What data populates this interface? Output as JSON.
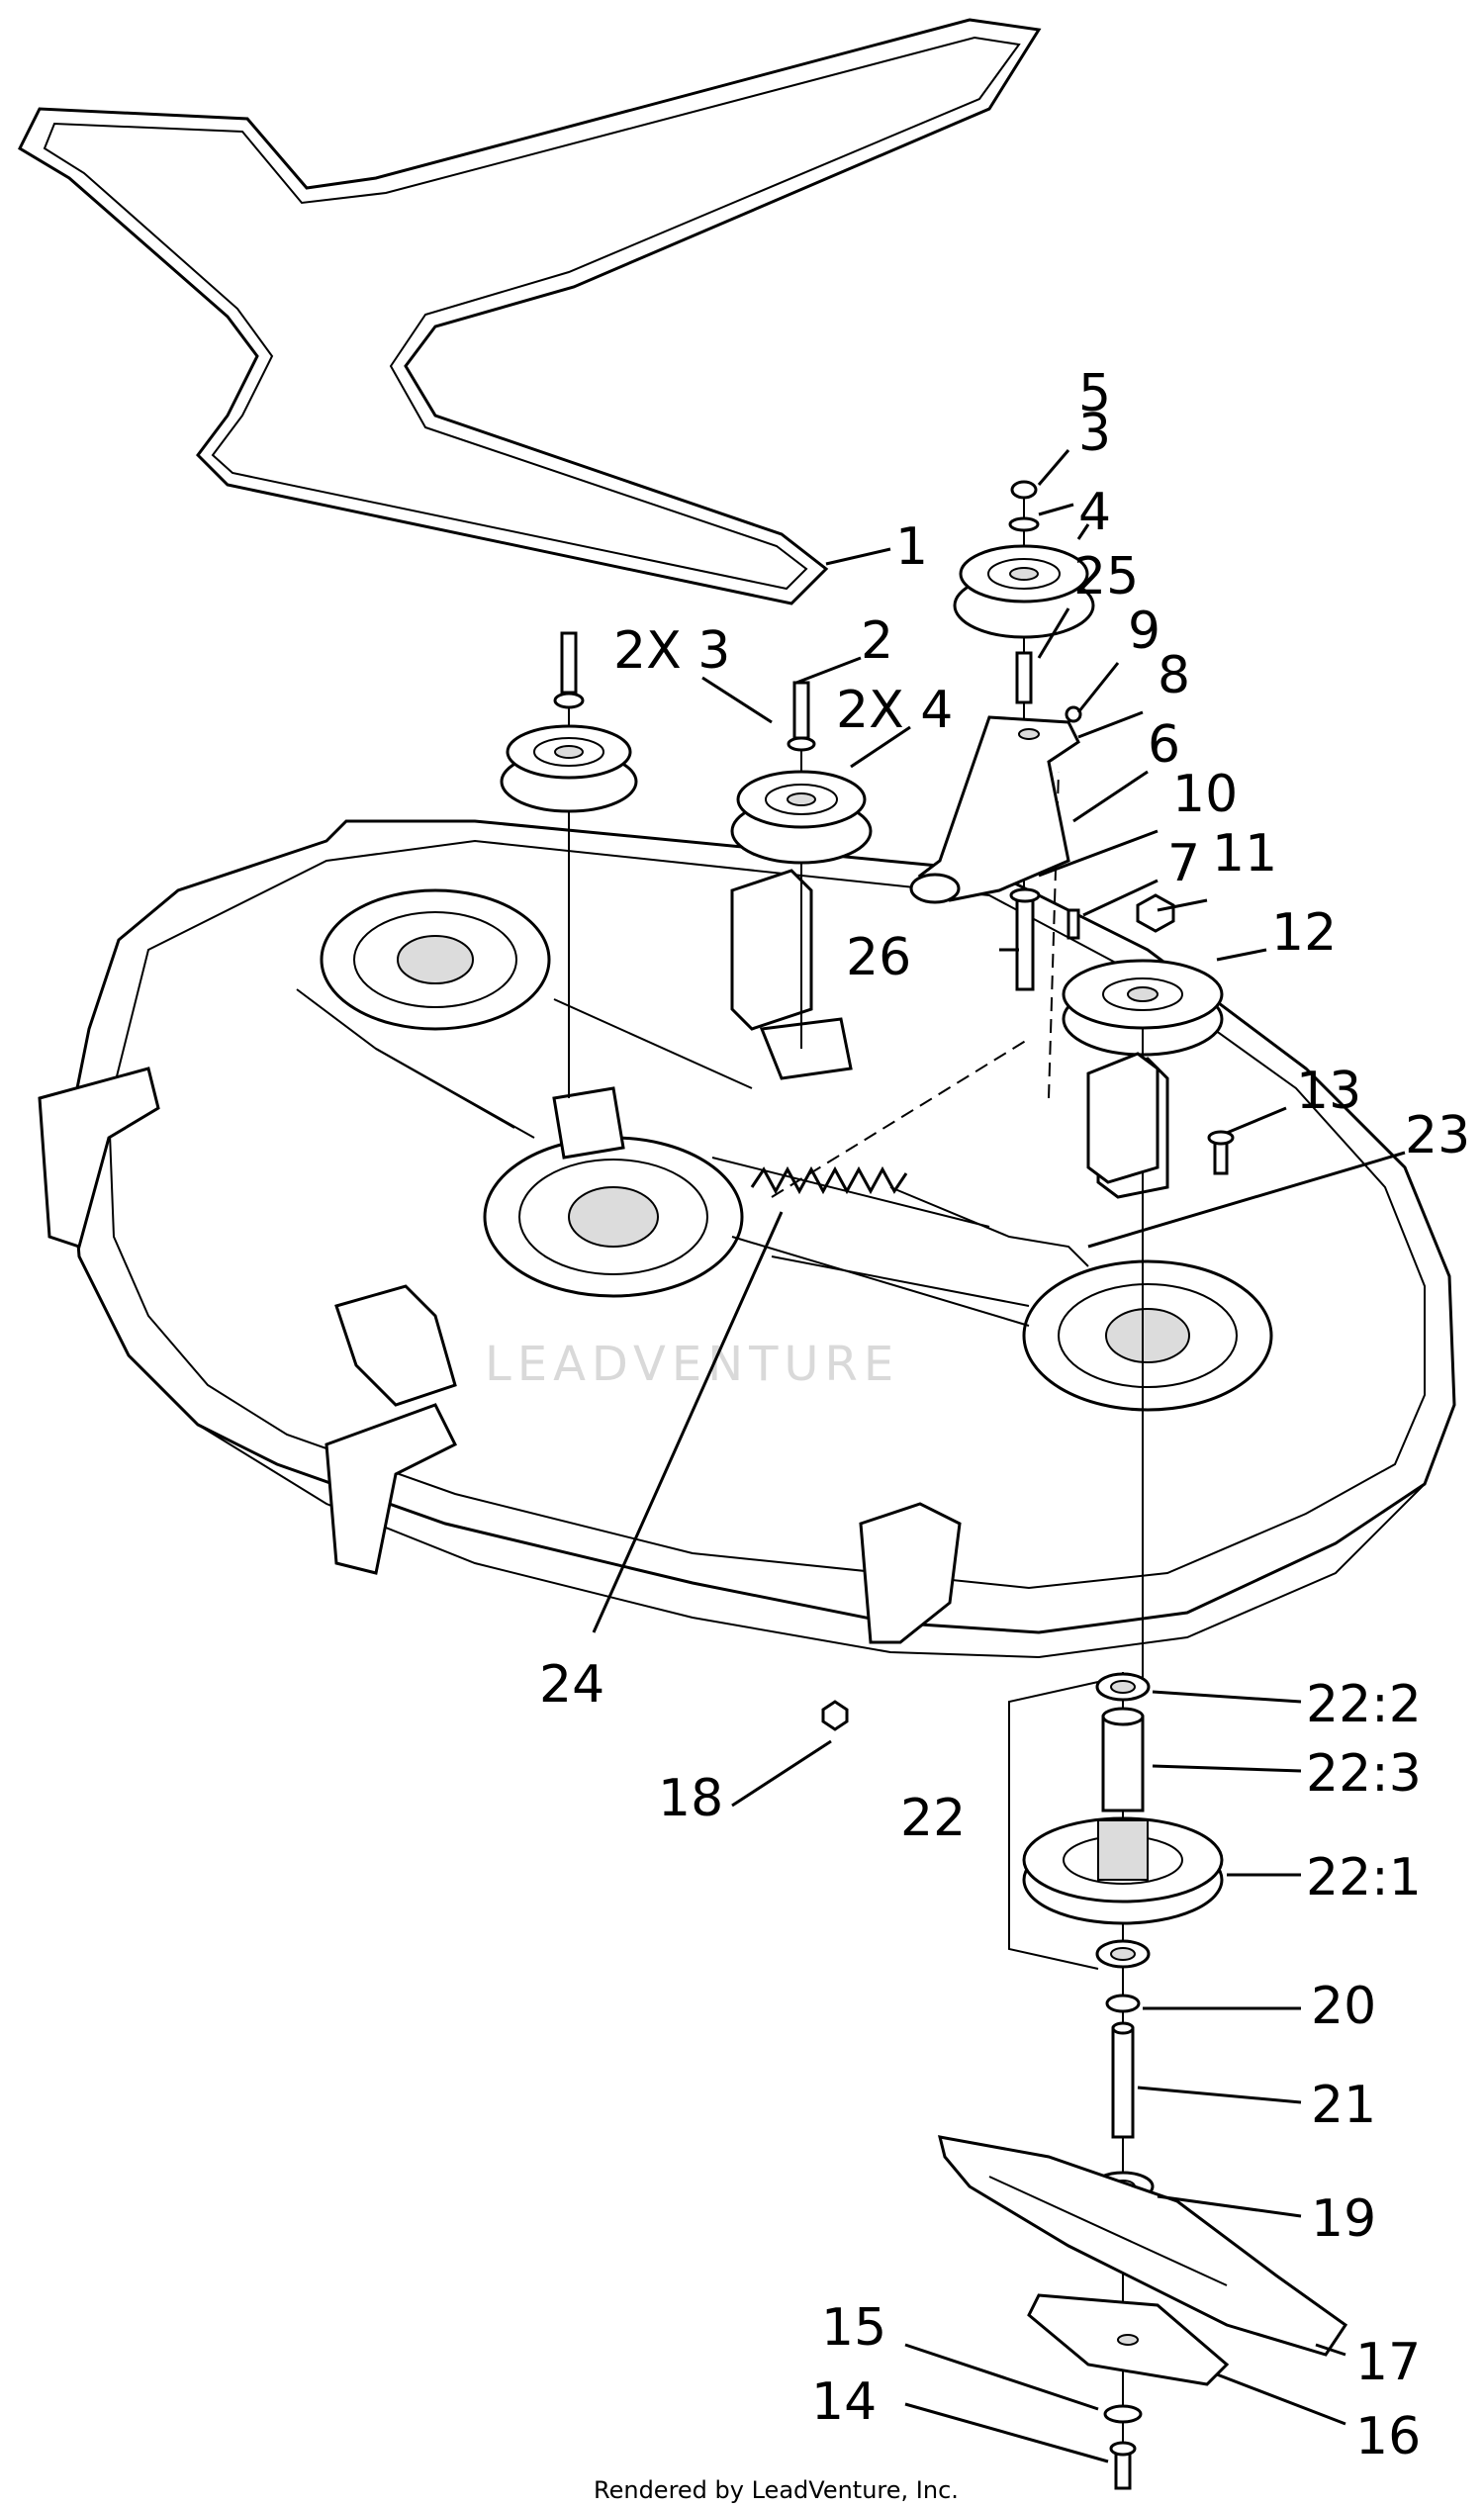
{
  "watermark": "LEADVENTURE",
  "credit": "Rendered by LeadVenture, Inc.",
  "callouts": {
    "c1": "1",
    "c2": "2",
    "c2x3": "2X 3",
    "c2x4": "2X 4",
    "c3": "3",
    "c4": "4",
    "c5": "5",
    "c6": "6",
    "c7": "7",
    "c8": "8",
    "c9": "9",
    "c10": "10",
    "c11": "11",
    "c12": "12",
    "c13": "13",
    "c14": "14",
    "c15": "15",
    "c16": "16",
    "c17": "17",
    "c18": "18",
    "c19": "19",
    "c20": "20",
    "c21": "21",
    "c22": "22",
    "c22_1": "22:1",
    "c22_2": "22:2",
    "c22_3": "22:3",
    "c23": "23",
    "c24": "24",
    "c25": "25",
    "c26": "26"
  }
}
